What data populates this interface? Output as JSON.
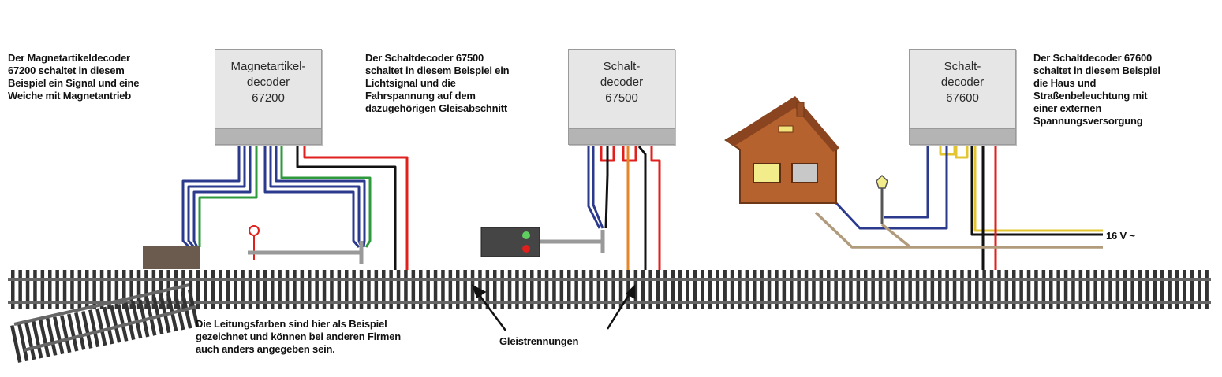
{
  "decoders": [
    {
      "label": "Magnetartikel-\ndecoder\n67200"
    },
    {
      "label": "Schalt-\ndecoder\n67500"
    },
    {
      "label": "Schalt-\ndecoder\n67600"
    }
  ],
  "notes": {
    "left": "Der Magnetartikeldecoder\n67200 schaltet in diesem\nBeispiel ein Signal und eine\nWeiche mit Magnetantrieb",
    "middle": "Der Schaltdecoder 67500\nschaltet in diesem Beispiel ein\nLichtsignal und die\nFahrspannung auf dem\ndazugehörigen Gleisabschnitt",
    "right": "Der Schaltdecoder 67600\nschaltet in diesem Beispiel\ndie Haus und\nStraßenbeleuchtung mit\neiner externen\nSpannungsversorgung",
    "colors": "Die Leitungsfarben sind hier als Beispiel\ngezeichnet und können bei anderen Firmen\nauch  anders angegeben sein.",
    "separation": "Gleistrennungen",
    "voltage": "16 V ~"
  },
  "colors": {
    "wire_blue": "#2b3a8c",
    "wire_green": "#2e9a3c",
    "wire_red": "#e0201c",
    "wire_black": "#111111",
    "wire_orange": "#e6862a",
    "wire_yellow": "#e2c531",
    "wire_brown": "#b09b7c",
    "house_wall": "#b5622f",
    "rail": "#666666",
    "sleeper": "#333333"
  },
  "icons": [
    "turnout-motor-icon",
    "semaphore-signal-icon",
    "light-signal-icon",
    "house-icon",
    "street-lamp-icon"
  ]
}
